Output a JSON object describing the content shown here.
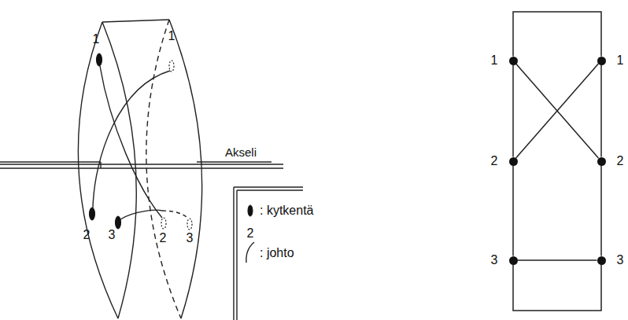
{
  "diagram": {
    "nodes": [
      {
        "text": [
          "1"
        ]
      },
      {
        "text": [
          "1"
        ]
      },
      {
        "text": [
          "2"
        ]
      },
      {
        "text": [
          "2"
        ]
      },
      {
        "text": [
          "3"
        ]
      },
      {
        "text": [
          "3"
        ]
      }
    ],
    "edges": [
      {
        "from": 0,
        "to": 1,
        "arrow": "none"
      },
      {
        "from": 0,
        "to": 2,
        "arrow": "none"
      },
      {
        "from": 1,
        "to": 3,
        "arrow": "none"
      },
      {
        "from": 0,
        "to": 3,
        "arrow": "none"
      },
      {
        "from": 2,
        "to": 1,
        "arrow": "none"
      },
      {
        "from": 2,
        "to": 4,
        "arrow": "none"
      },
      {
        "from": 3,
        "to": 5,
        "arrow": "none"
      },
      {
        "from": 4,
        "to": 5,
        "arrow": "none"
      },
      {
        "from": 4,
        "to": 5,
        "arrow": "none"
      }
    ],
    "labels": [
      "1",
      "2",
      "3",
      "1",
      "2",
      "3",
      "Akseli",
      "2"
    ],
    "legend": [
      {
        "text": ": kytkentä"
      },
      {
        "text": ": johto"
      }
    ]
  }
}
